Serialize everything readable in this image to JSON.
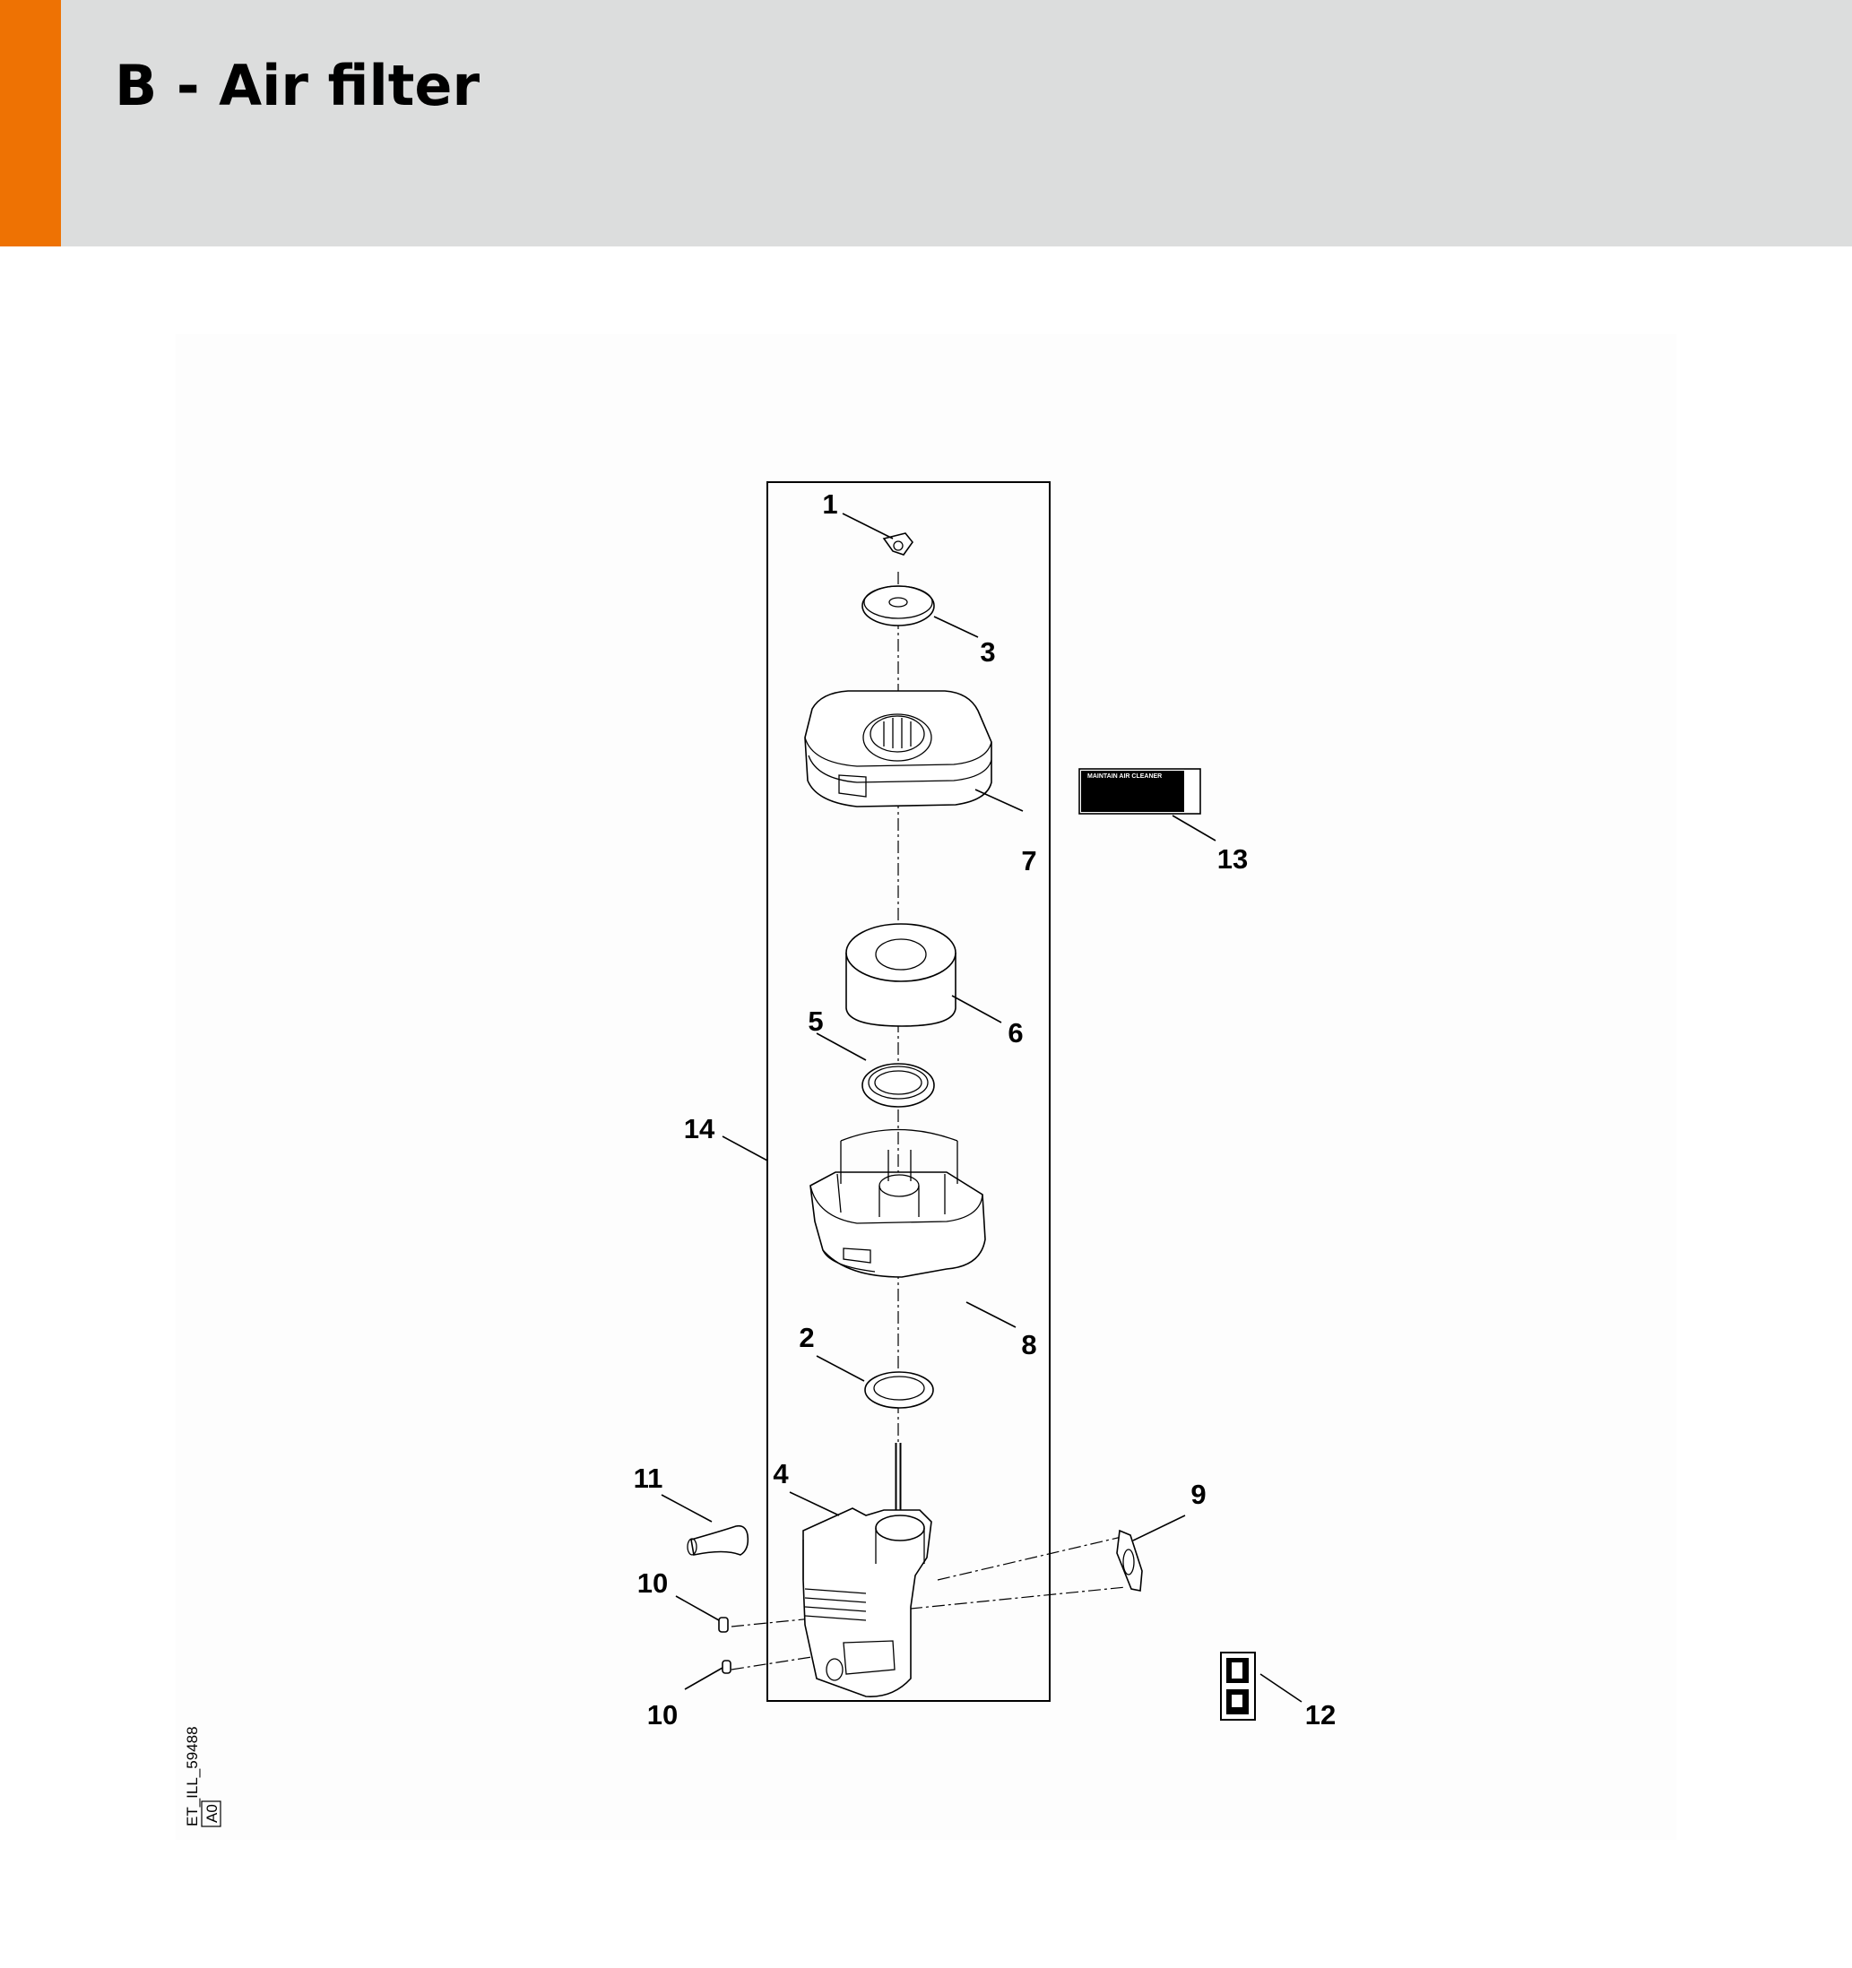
{
  "header": {
    "title": "B - Air filter",
    "accent_color": "#ee7203",
    "background_color": "#dcdddd"
  },
  "diagram": {
    "callouts": [
      "1",
      "3",
      "7",
      "13",
      "6",
      "5",
      "14",
      "8",
      "2",
      "11",
      "4",
      "9",
      "10",
      "10",
      "12"
    ],
    "label_13_text": "MAINTAIN AIR CLEANER",
    "reference_code": "ET_ILL_59488",
    "reference_box": "A0"
  }
}
